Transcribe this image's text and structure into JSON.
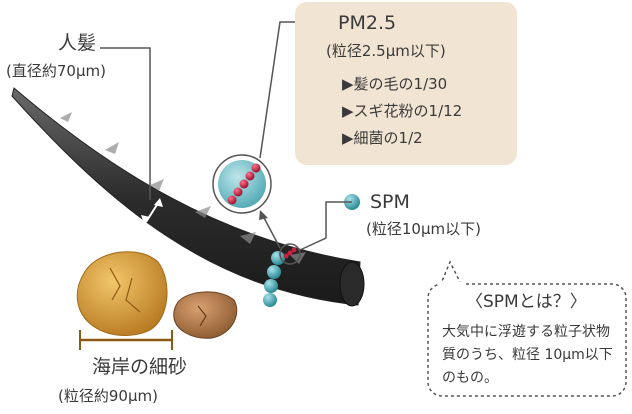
{
  "hair": {
    "title": "人髪",
    "size": "(直径約70μm)"
  },
  "pm25": {
    "title": "PM2.5",
    "size": "(粒径2.5μm以下)",
    "comparisons": [
      "▶髪の毛の1/30",
      "▶スギ花粉の1/12",
      "▶細菌の1/2"
    ]
  },
  "spm": {
    "title": "SPM",
    "size": "(粒径10μm以下)",
    "box_title": "〈SPMとは？〉",
    "description": "大気中に浮遊する粒子状物質のうち、粒径 10μm以下のもの。"
  },
  "sand": {
    "title": "海岸の細砂",
    "size": "(粒径約90μm)"
  },
  "colors": {
    "hair": "#3a3a3a",
    "pm25_particle": "#c8203e",
    "spm_particle": "#3aa0a8",
    "pm_box": "#f1e4d3",
    "sand": "#d9a040"
  }
}
